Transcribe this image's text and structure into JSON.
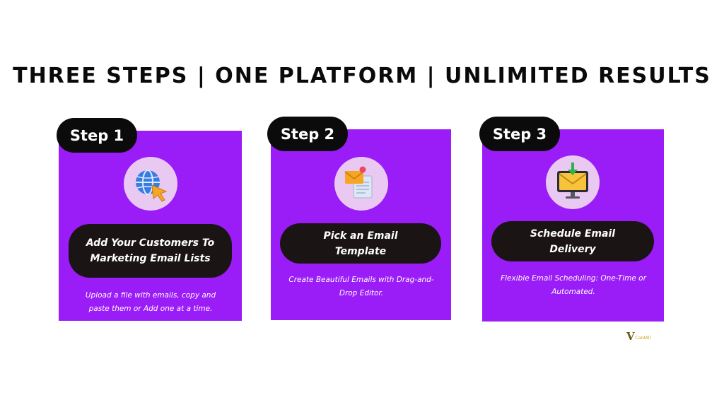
{
  "headline": "THREE STEPS | ONE PLATFORM | UNLIMITED RESULTS",
  "steps": [
    {
      "label": "Step 1",
      "icon": "globe-cursor-icon",
      "title": "Add Your Customers To Marketing Email Lists",
      "description": "Upload a file with emails, copy and paste them or Add one at a time."
    },
    {
      "label": "Step 2",
      "icon": "email-template-icon",
      "title": "Pick an Email Template",
      "description": "Create Beautiful Emails with Drag-and-Drop Editor."
    },
    {
      "label": "Step 3",
      "icon": "email-monitor-icon",
      "title": "Schedule Email Delivery",
      "description": "Flexible Email Scheduling: One-Time or Automated."
    }
  ],
  "logo": {
    "mark": "V",
    "text": "CardAll"
  },
  "colors": {
    "card": "#9a1cf7",
    "pill": "#0b0b0b",
    "title_pill": "#1a1514",
    "icon_circle": "#e9c9f2"
  }
}
